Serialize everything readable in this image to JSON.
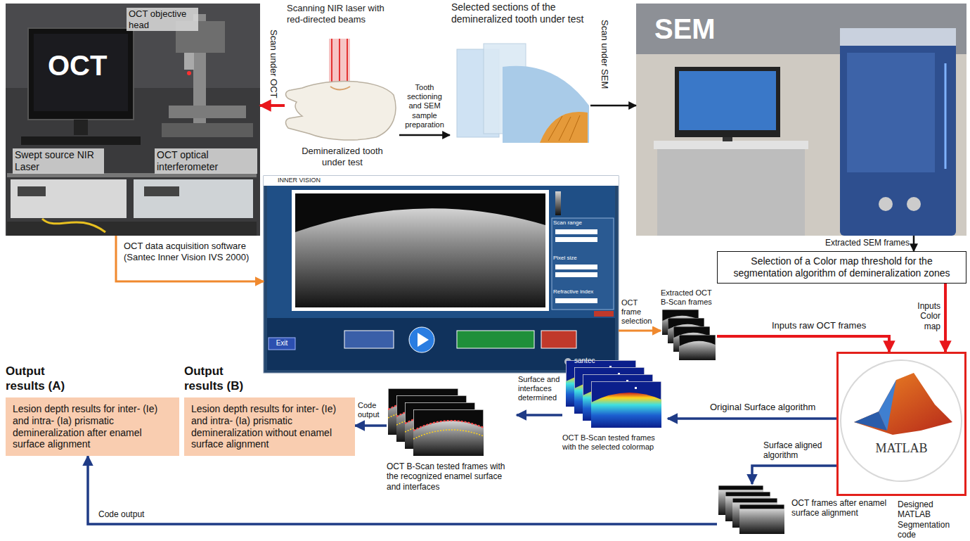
{
  "diagram": {
    "nodes": [
      {
        "text": [
          "OCT objective head",
          "OCT",
          "Swept source NIR Laser",
          "OCT optical interferometer"
        ]
      },
      {
        "text": [
          "Scanning NIR laser with red-directed beams",
          "Demineralized tooth under test"
        ]
      },
      {
        "text": [
          "Selected sections of the demineralized tooth under test"
        ]
      },
      {
        "text": [
          "SEM"
        ]
      },
      {
        "text": [
          "INNER VISION",
          "Scan range",
          "Pixel size",
          "Refractive index",
          "Exit",
          "santec"
        ]
      },
      {
        "text": [
          "Selection of a Color map threshold for the segmentation algorithm of demineralization zones"
        ]
      },
      {
        "text": [
          "Extracted OCT B-Scan frames"
        ]
      },
      {
        "text": [
          "MATLAB",
          "Designed MATLAB Segmentation code"
        ]
      },
      {
        "text": [
          "OCT B-Scan tested frames with the selected colormap"
        ]
      },
      {
        "text": [
          "OCT frames after enamel surface alignment"
        ]
      },
      {
        "text": [
          "OCT B-Scan tested frames with the recognized enamel surface and interfaces"
        ]
      },
      {
        "text": [
          "Output results (B)",
          "Lesion depth results for inter- (Ie) and intra- (Ia) prismatic demineralization without enamel surface alignment"
        ]
      },
      {
        "text": [
          "Output results (A)",
          "Lesion depth results for inter- (Ie) and intra- (Ia) prismatic demineralization after enamel surface alignment"
        ]
      }
    ],
    "edges": [
      {
        "from": 1,
        "to": 0,
        "label": "Scan under OCT",
        "arrow": "to"
      },
      {
        "from": 1,
        "to": 2,
        "label": "Tooth sectioning and SEM sample preparation",
        "arrow": "to"
      },
      {
        "from": 2,
        "to": 3,
        "label": "Scan under SEM",
        "arrow": "to"
      },
      {
        "from": 0,
        "to": 4,
        "label": "OCT data acquisition software (Santec Inner Vision IVS 2000)",
        "arrow": "to"
      },
      {
        "from": 4,
        "to": 6,
        "label": "OCT frame selection",
        "arrow": "to"
      },
      {
        "from": 3,
        "to": 5,
        "label": "Extracted SEM frames",
        "arrow": "to"
      },
      {
        "from": 6,
        "to": 7,
        "label": "Inputs raw OCT frames",
        "arrow": "to"
      },
      {
        "from": 5,
        "to": 7,
        "label": "Inputs Color map",
        "arrow": "to"
      },
      {
        "from": 7,
        "to": 8,
        "label": "Original Surface algorithm",
        "arrow": "to"
      },
      {
        "from": 7,
        "to": 9,
        "label": "Surface aligned algorithm",
        "arrow": "to"
      },
      {
        "from": 8,
        "to": 10,
        "label": "Surface and interfaces determined",
        "arrow": "to"
      },
      {
        "from": 10,
        "to": 11,
        "label": "Code output",
        "arrow": "to"
      },
      {
        "from": 9,
        "to": 12,
        "label": "Code output",
        "arrow": "to"
      }
    ]
  }
}
